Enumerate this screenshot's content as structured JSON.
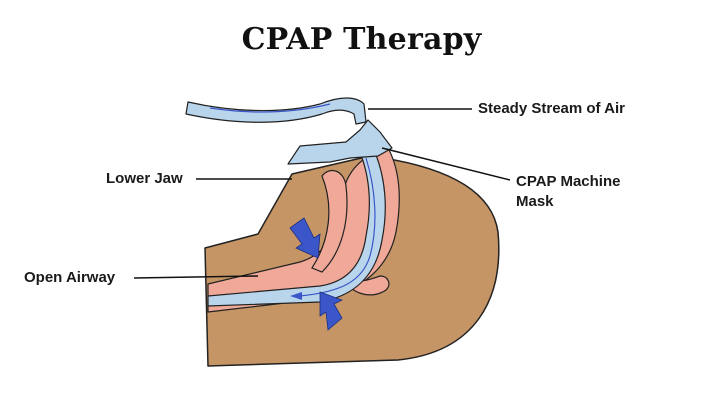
{
  "title": "CPAP Therapy",
  "labels": {
    "steady_stream": "Steady Stream of Air",
    "lower_jaw": "Lower Jaw",
    "cpap_line1": "CPAP Machine",
    "cpap_line2": "Mask",
    "open_airway": "Open Airway"
  },
  "colors": {
    "skin": "#c69566",
    "tissue": "#f0a898",
    "air": "#b9d5ec",
    "arrow": "#3a56c9",
    "outline": "#222222"
  }
}
